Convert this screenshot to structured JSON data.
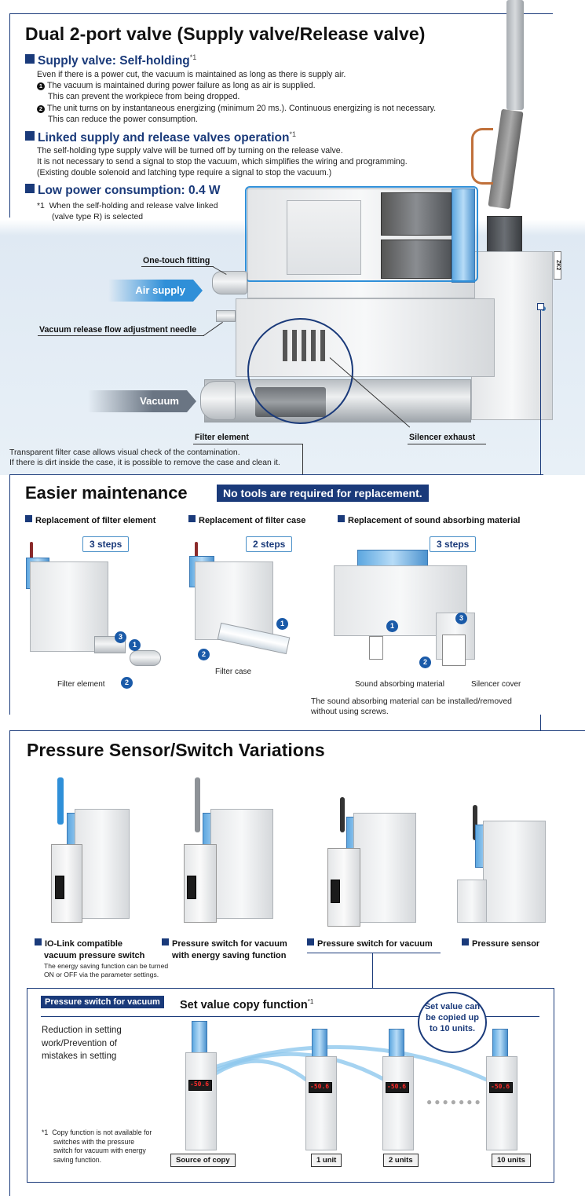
{
  "section1": {
    "title": "Dual 2-port valve (Supply valve/Release valve)",
    "supply_heading": "Supply valve: Self-holding",
    "supply_heading_note": "*1",
    "supply_text": "Even if there is a power cut, the vacuum is maintained as long as there is supply air.",
    "supply_point1_num": "1",
    "supply_point1_a": "The vacuum is maintained during power failure as long as air is supplied.",
    "supply_point1_b": "This can prevent the workpiece from being dropped.",
    "supply_point2_num": "2",
    "supply_point2_a": "The unit turns on by instantaneous energizing (minimum 20 ms.). Continuous energizing is not necessary.",
    "supply_point2_b": "This can reduce the power consumption.",
    "linked_heading": "Linked supply and release valves operation",
    "linked_heading_note": "*1",
    "linked_text1": "The self-holding type supply valve will be turned off by turning on the release valve.",
    "linked_text2": "It is not necessary to send a signal to stop the vacuum, which simplifies the wiring and programming.",
    "linked_text3": "(Existing double solenoid and latching type require a signal to stop the vacuum.)",
    "power_heading": "Low power consumption: 0.4 W",
    "power_note_mark": "*1",
    "power_note1": "When the self-holding and release valve linked",
    "power_note2": "(valve type R) is selected",
    "label_fitting": "One-touch fitting",
    "label_air": "Air supply",
    "label_needle": "Vacuum release flow adjustment needle",
    "label_vacuum": "Vacuum",
    "label_filter": "Filter element",
    "label_silencer": "Silencer exhaust",
    "filter_note1": "Transparent filter case allows visual check of the contamination.",
    "filter_note2": "If there is dirt inside the case, it is possible to remove the case and clean it.",
    "device_mark": "ZK2"
  },
  "section2": {
    "title": "Easier maintenance",
    "badge": "No tools are required for replacement.",
    "col1_heading": "Replacement of filter element",
    "col2_heading": "Replacement of filter case",
    "col3_heading": "Replacement of sound absorbing material",
    "col1_steps": "3 steps",
    "col2_steps": "2 steps",
    "col3_steps": "3 steps",
    "col1_label": "Filter element",
    "col2_label": "Filter case",
    "col3_label_a": "Sound absorbing material",
    "col3_label_b": "Silencer cover",
    "col3_note1": "The sound absorbing material can be installed/removed",
    "col3_note2": "without using screws.",
    "n1": "1",
    "n2": "2",
    "n3": "3"
  },
  "section3": {
    "title": "Pressure Sensor/Switch Variations",
    "var1_a": "IO-Link compatible",
    "var1_b": "vacuum pressure switch",
    "var1_note1": "The energy saving function can be turned",
    "var1_note2": "ON or OFF via the parameter settings.",
    "var2_a": "Pressure switch for vacuum",
    "var2_b": "with energy saving function",
    "var3": "Pressure switch for vacuum",
    "var4": "Pressure sensor",
    "copy_badge": "Pressure switch for vacuum",
    "copy_title": "Set value copy function",
    "copy_title_note": "*1",
    "copy_bubble1": "Set value can",
    "copy_bubble2": "be copied up",
    "copy_bubble3": "to 10 units.",
    "copy_desc1": "Reduction in setting",
    "copy_desc2": "work/Prevention of",
    "copy_desc3": "mistakes in setting",
    "copy_note_mark": "*1",
    "copy_note1": "Copy function is not available for",
    "copy_note2": "switches with the pressure",
    "copy_note3": "switch for vacuum with energy",
    "copy_note4": "saving function.",
    "unit_source": "Source of copy",
    "unit_1": "1 unit",
    "unit_2": "2 units",
    "unit_10": "10 units",
    "display_value": "-50.6"
  },
  "colors": {
    "navy": "#1a3a7a",
    "accent_blue": "#2f8fd8",
    "display_red": "#ff2a2a"
  }
}
